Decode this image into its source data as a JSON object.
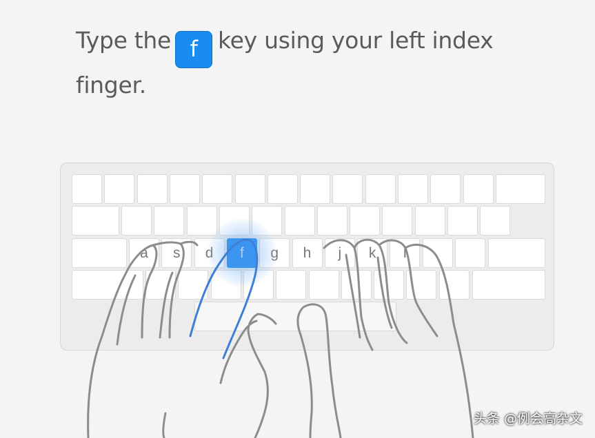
{
  "instruction": {
    "before": "Type the",
    "key": "f",
    "after": "key using your left index finger."
  },
  "keyboard": {
    "active_key": "f",
    "home_row": [
      "a",
      "s",
      "d",
      "f",
      "g",
      "h",
      "j",
      "k",
      "l"
    ]
  },
  "colors": {
    "accent": "#1a86ee",
    "text": "#5a5a5a",
    "background": "#f4f4f4"
  },
  "watermark": "头条 @例会高杂文"
}
